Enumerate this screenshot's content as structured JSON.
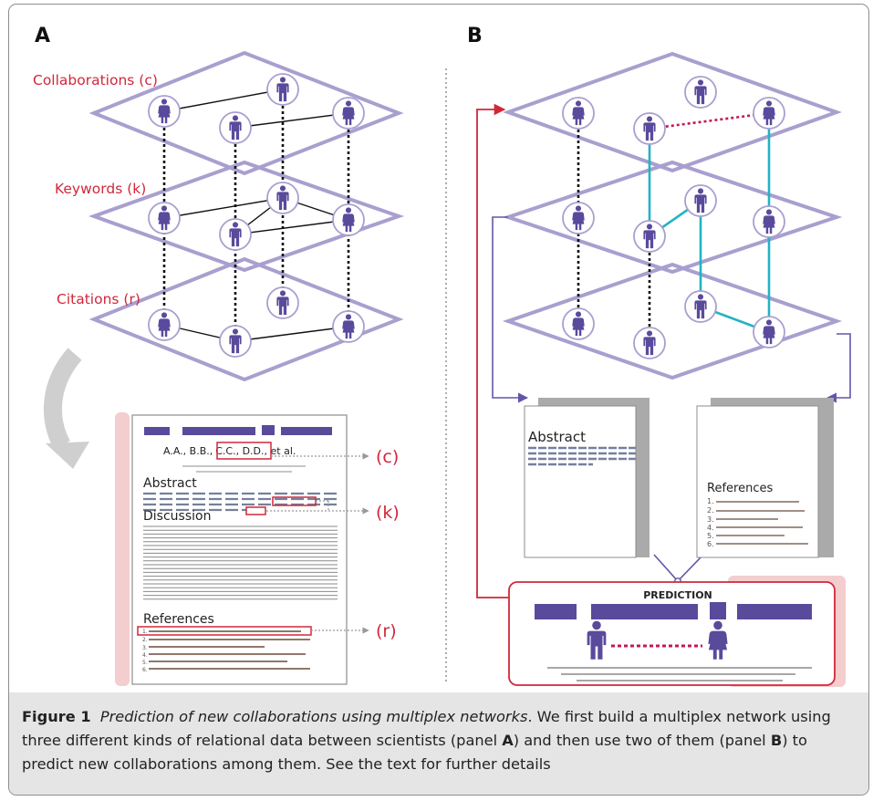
{
  "panel_a": {
    "label": "A",
    "layer_labels": [
      "Collaborations (c)",
      "Keywords (k)",
      "Citations (r)"
    ],
    "paper": {
      "authors_before": "A.A., B.B.,",
      "authors_highlight": "C.C., D.D.",
      "authors_after": ", et al.",
      "abstract_heading": "Abstract",
      "discussion_heading": "Discussion",
      "references_heading": "References",
      "reference_numbers": [
        "1.",
        "2.",
        "3.",
        "4.",
        "5.",
        "6."
      ]
    },
    "callouts": [
      "(c)",
      "(k)",
      "(r)"
    ]
  },
  "panel_b": {
    "label": "B",
    "abstract_heading": "Abstract",
    "references_heading": "References",
    "reference_numbers": [
      "1.",
      "2.",
      "3.",
      "4.",
      "5.",
      "6."
    ],
    "prediction_label": "PREDICTION"
  },
  "caption": {
    "label": "Figure 1",
    "title": "Prediction of new collaborations using multiplex networks",
    "text_1": ". We first build a multiplex network using three different kinds of relational data between scientists (panel ",
    "ref_a": "A",
    "text_2": ") and then use two of them (panel ",
    "ref_b": "B",
    "text_3": ") to predict new collaborations among them. See the text for further details"
  },
  "colors": {
    "accent_red": "#d0283a",
    "layer_outline": "#a99fcf",
    "node_purple": "#5a4a9c",
    "teal_link": "#23b3c3",
    "pink_band": "#f4cdcf",
    "magenta_link": "#c2185b"
  }
}
